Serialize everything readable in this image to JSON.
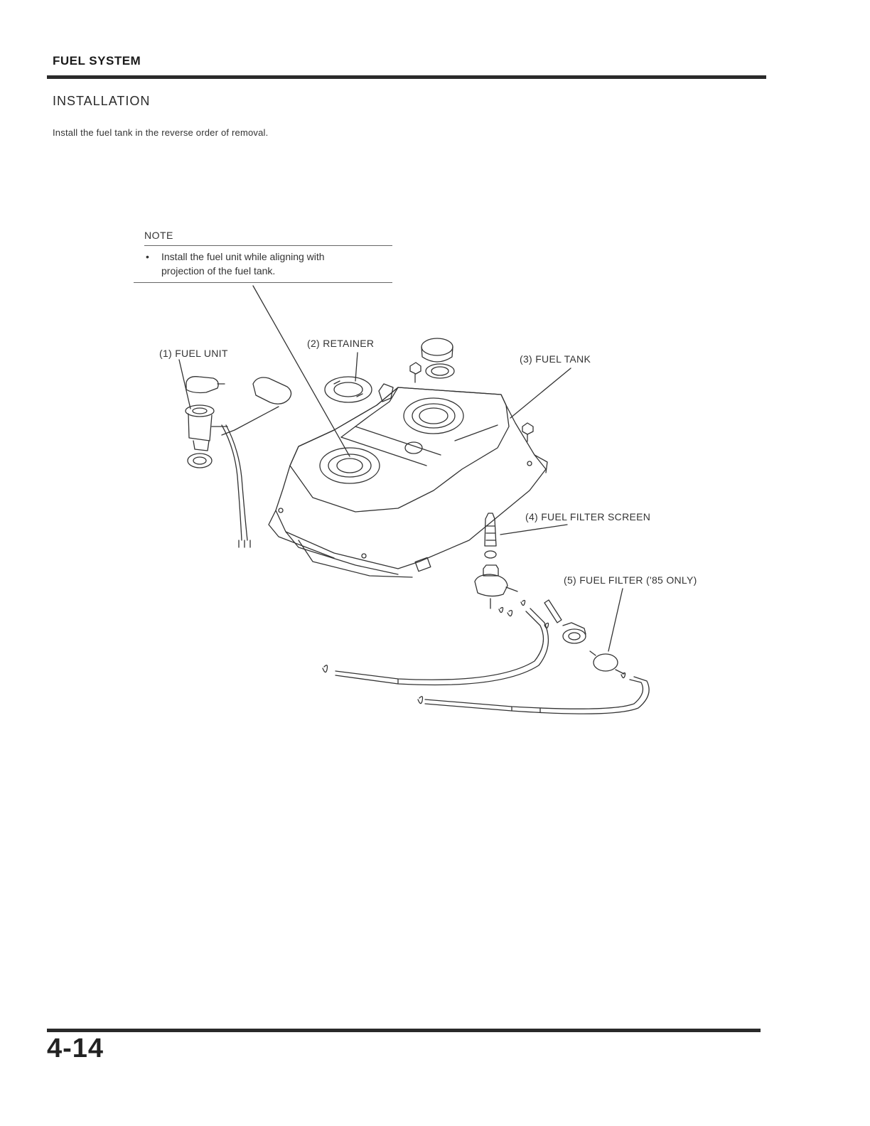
{
  "header": {
    "section": "FUEL SYSTEM",
    "subsection": "INSTALLATION"
  },
  "intro": "Install the fuel tank in the reverse order of removal.",
  "note": {
    "title": "NOTE",
    "bullet": "•",
    "line1": "Install the fuel unit while aligning with",
    "line2": "projection of the fuel tank."
  },
  "callouts": {
    "fuel_unit": "(1) FUEL UNIT",
    "retainer": "(2) RETAINER",
    "fuel_tank": "(3) FUEL TANK",
    "fuel_filter_screen": "(4) FUEL FILTER SCREEN",
    "fuel_filter": "(5) FUEL FILTER ('85 ONLY)"
  },
  "footer": {
    "page_number": "4-14"
  }
}
